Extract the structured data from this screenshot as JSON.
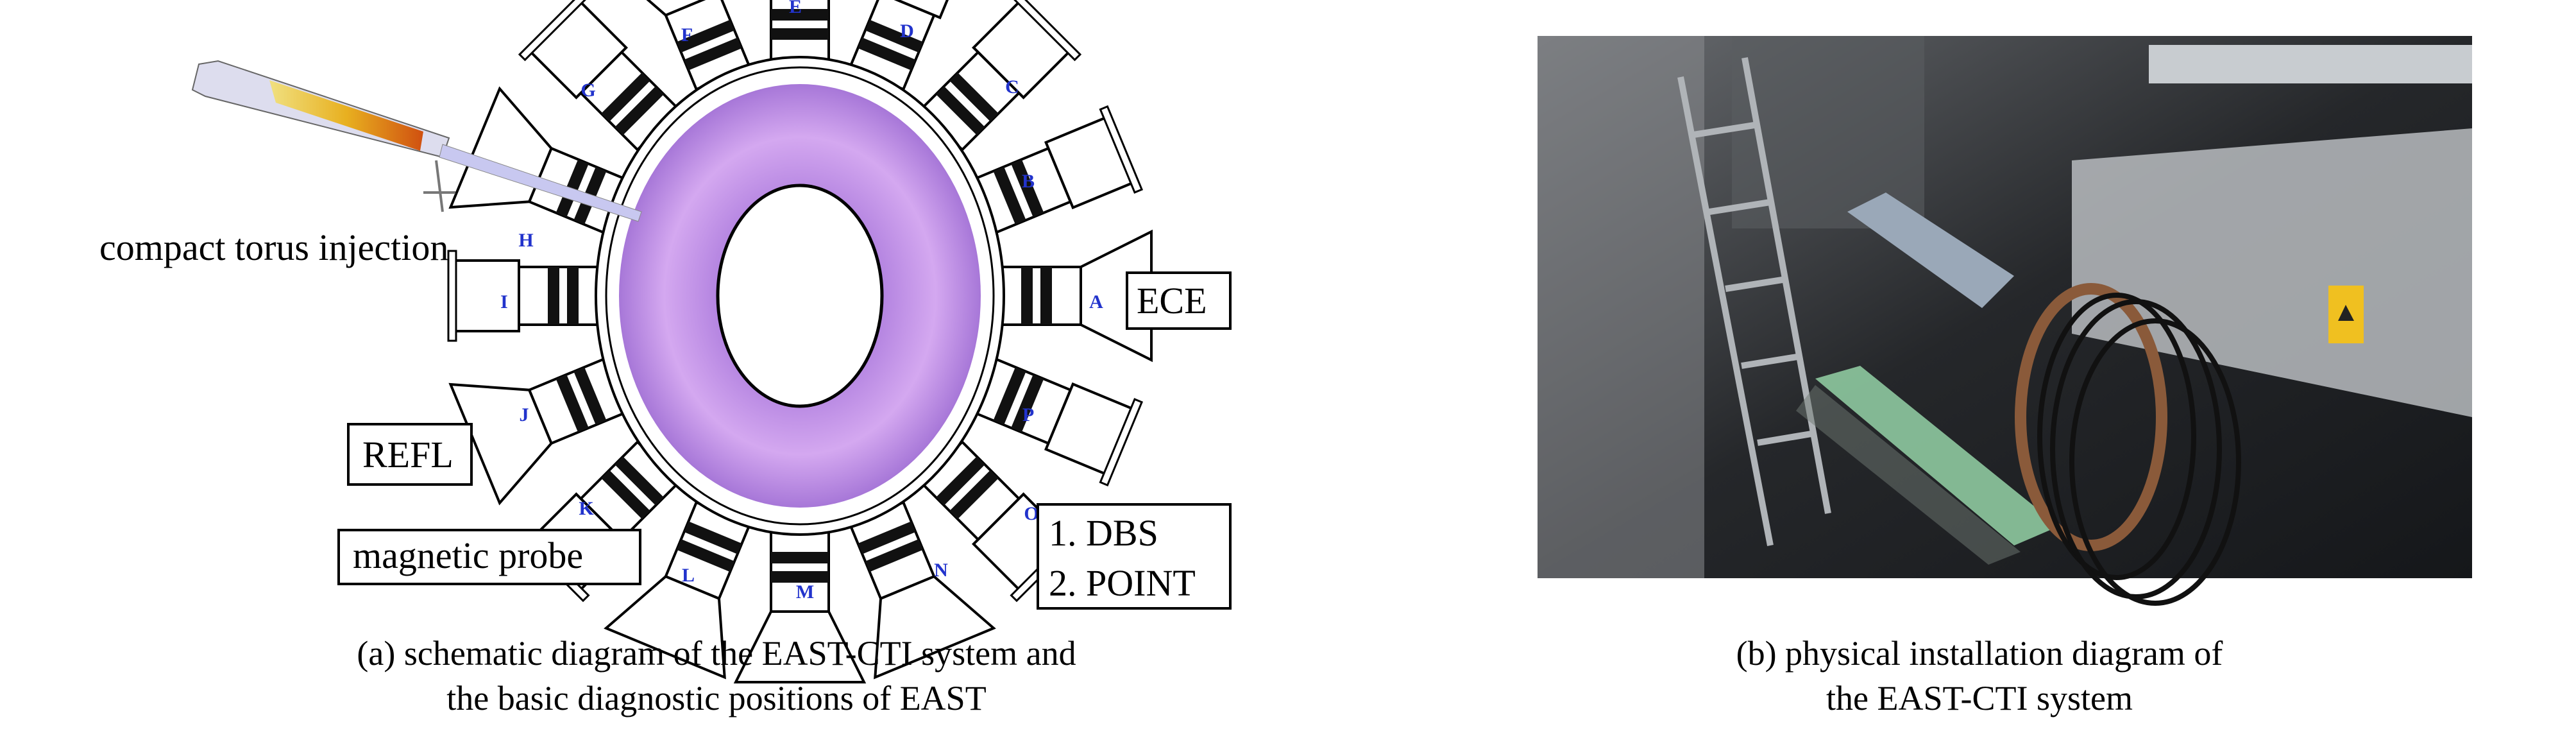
{
  "figure_a": {
    "port_labels": [
      "E",
      "D",
      "C",
      "B",
      "A",
      "P",
      "O",
      "N",
      "M",
      "L",
      "K",
      "J",
      "I",
      "H",
      "G",
      "F"
    ],
    "injector_label": "compact torus injection",
    "boxes": {
      "ece": "ECE",
      "refl": "REFL",
      "magnetic_probe": "magnetic probe",
      "dbs": "1. DBS",
      "point": "2. POINT"
    },
    "caption_line1": "(a) schematic diagram of the EAST-CTI system and",
    "caption_line2": "the basic diagnostic positions of EAST",
    "colors": {
      "torus": "#c79ae8",
      "labels": "#2233cc",
      "injector": "#e8a020"
    }
  },
  "figure_b": {
    "caption_line1": "(b) physical installation diagram of",
    "caption_line2": "the EAST-CTI system"
  }
}
